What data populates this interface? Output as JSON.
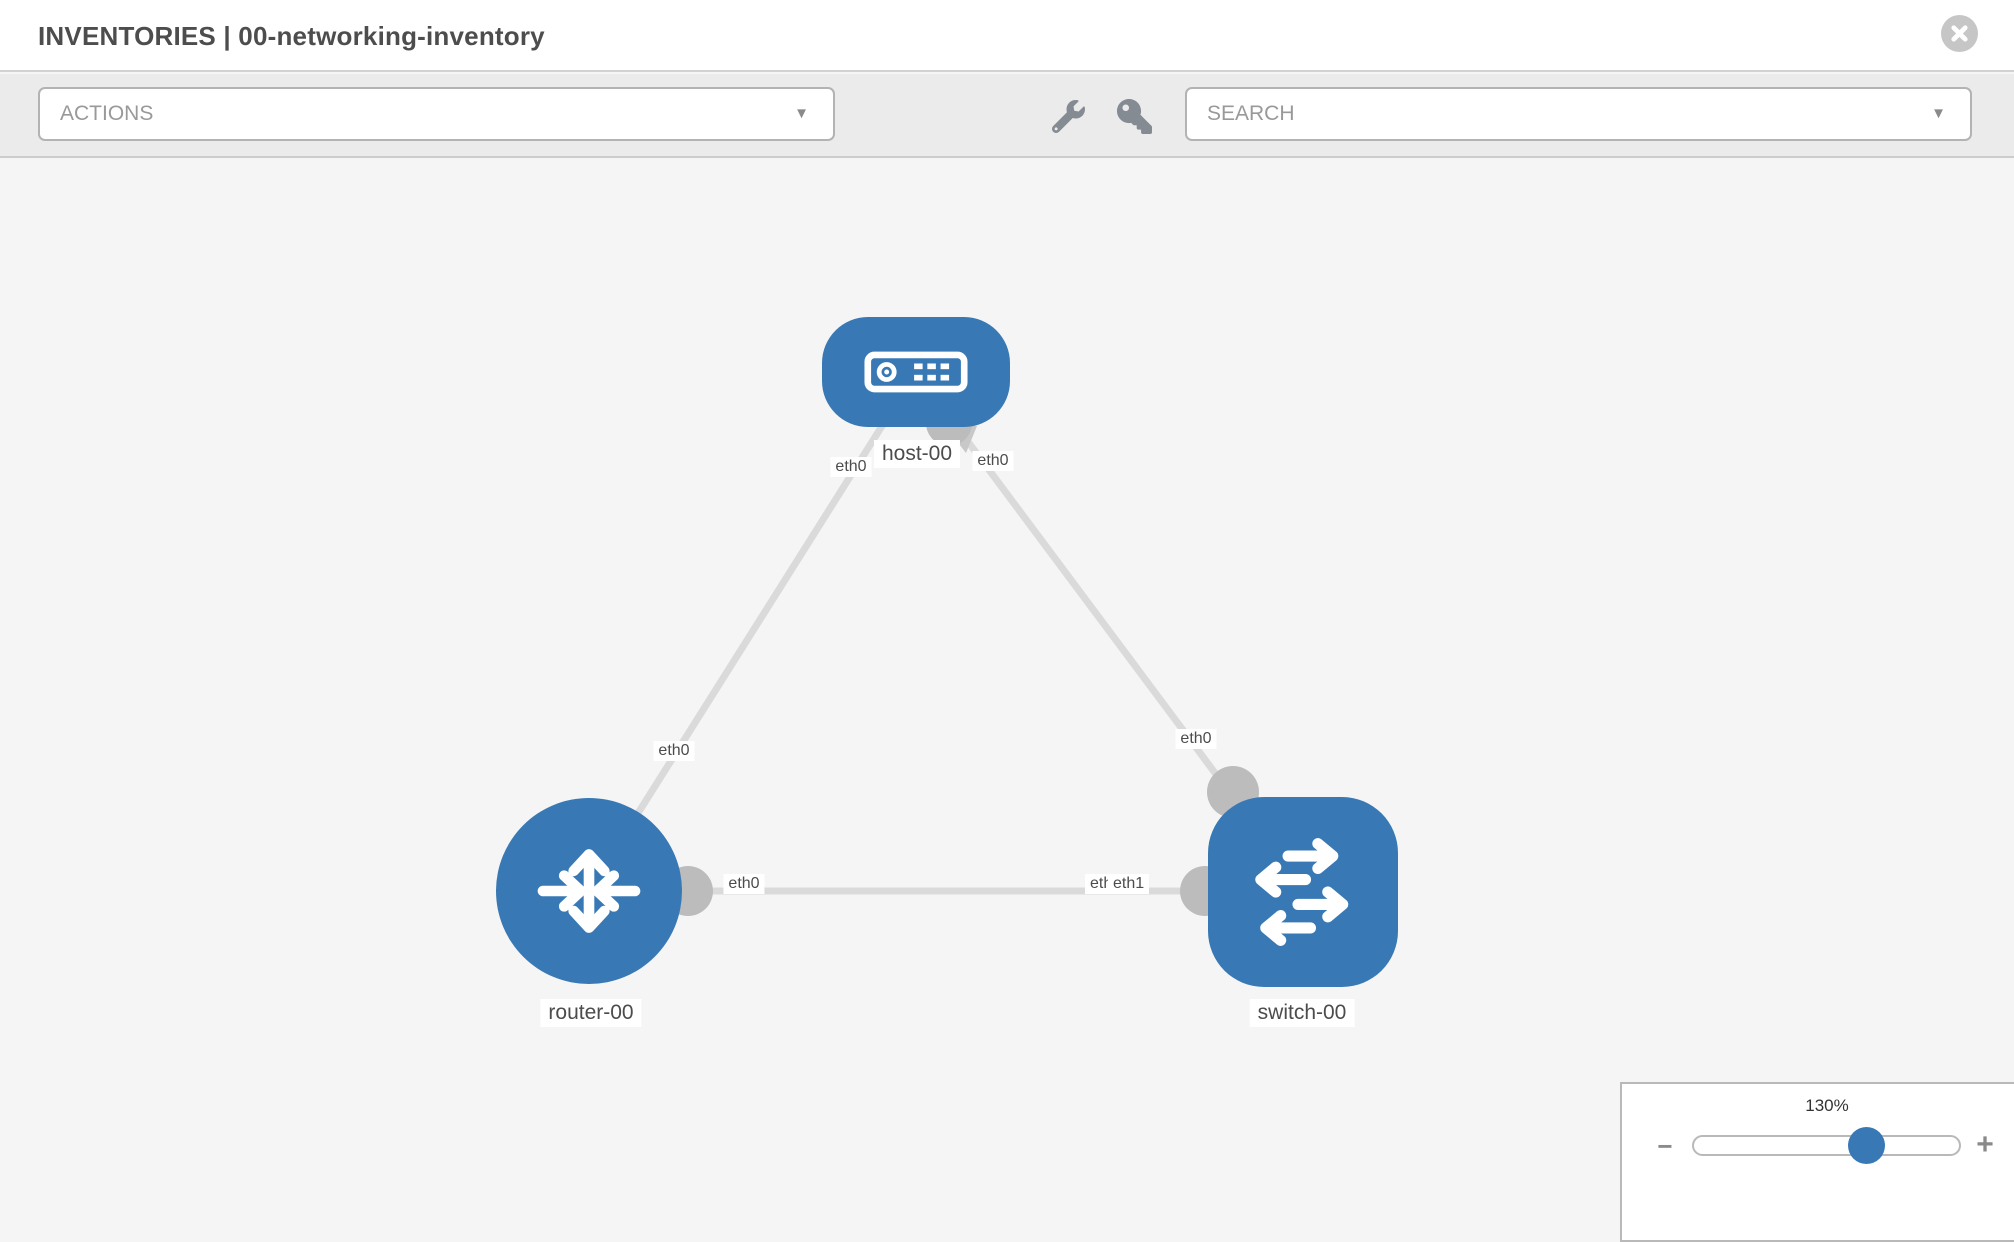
{
  "header": {
    "title": "INVENTORIES | 00-networking-inventory"
  },
  "toolbar": {
    "actions_label": "ACTIONS",
    "search_placeholder": "SEARCH"
  },
  "icons": {
    "close": "circle-x",
    "wrench": "wrench",
    "key": "key",
    "caret": "▼",
    "minus": "−",
    "plus": "+"
  },
  "topology": {
    "nodes": [
      {
        "label": "host-00",
        "type": "host"
      },
      {
        "label": "router-00",
        "type": "router"
      },
      {
        "label": "switch-00",
        "type": "switch"
      }
    ],
    "interface_labels": {
      "host_to_router": "eth0",
      "host_to_switch": "eth0",
      "router_to_host": "eth0",
      "switch_to_host": "eth0",
      "router_to_switch": "eth0",
      "switch_back": "eth0",
      "switch_to_router": "eth1"
    },
    "links": [
      {
        "from": "router-00",
        "to": "host-00"
      },
      {
        "from": "switch-00",
        "to": "host-00"
      },
      {
        "from": "router-00",
        "to": "switch-00"
      }
    ]
  },
  "zoom_control": {
    "value": "130%"
  },
  "colors": {
    "node_blue": "#3879b5",
    "link_gray": "#dadada",
    "port_gray": "#bcbcbc",
    "canvas_bg": "#f5f5f5",
    "toolbar_bg": "#ebebeb"
  }
}
